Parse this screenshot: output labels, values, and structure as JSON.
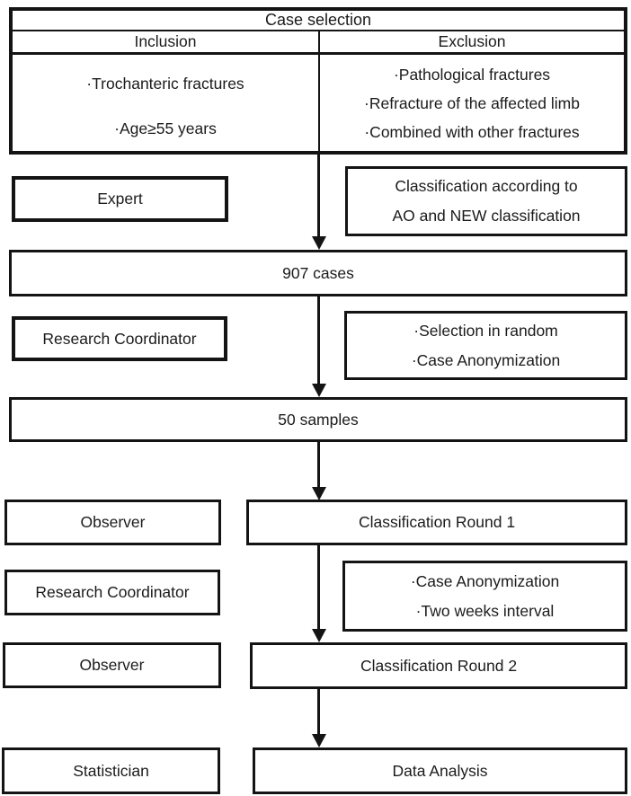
{
  "colors": {
    "line": "#141414",
    "text": "#1b1b1b",
    "background": "#ffffff"
  },
  "table": {
    "title": "Case selection",
    "columns": [
      {
        "header": "Inclusion",
        "items": [
          "·Trochanteric fractures",
          "·Age≥55 years"
        ]
      },
      {
        "header": "Exclusion",
        "items": [
          "·Pathological fractures",
          "·Refracture of the affected limb",
          "·Combined with other fractures"
        ]
      }
    ]
  },
  "roles": {
    "expert": "Expert",
    "research_coordinator_1": "Research Coordinator",
    "observer_1": "Observer",
    "research_coordinator_2": "Research Coordinator",
    "observer_2": "Observer",
    "statistician": "Statistician"
  },
  "steps": {
    "cases": "907 cases",
    "samples": "50 samples",
    "round_1": "Classification Round 1",
    "round_2": "Classification Round 2",
    "data_analysis": "Data Analysis"
  },
  "notes": {
    "classification": [
      "Classification according to",
      "AO and NEW classification"
    ],
    "selection": [
      "·Selection in random",
      "·Case Anonymization"
    ],
    "interval": [
      "·Case Anonymization",
      "·Two weeks interval"
    ]
  }
}
